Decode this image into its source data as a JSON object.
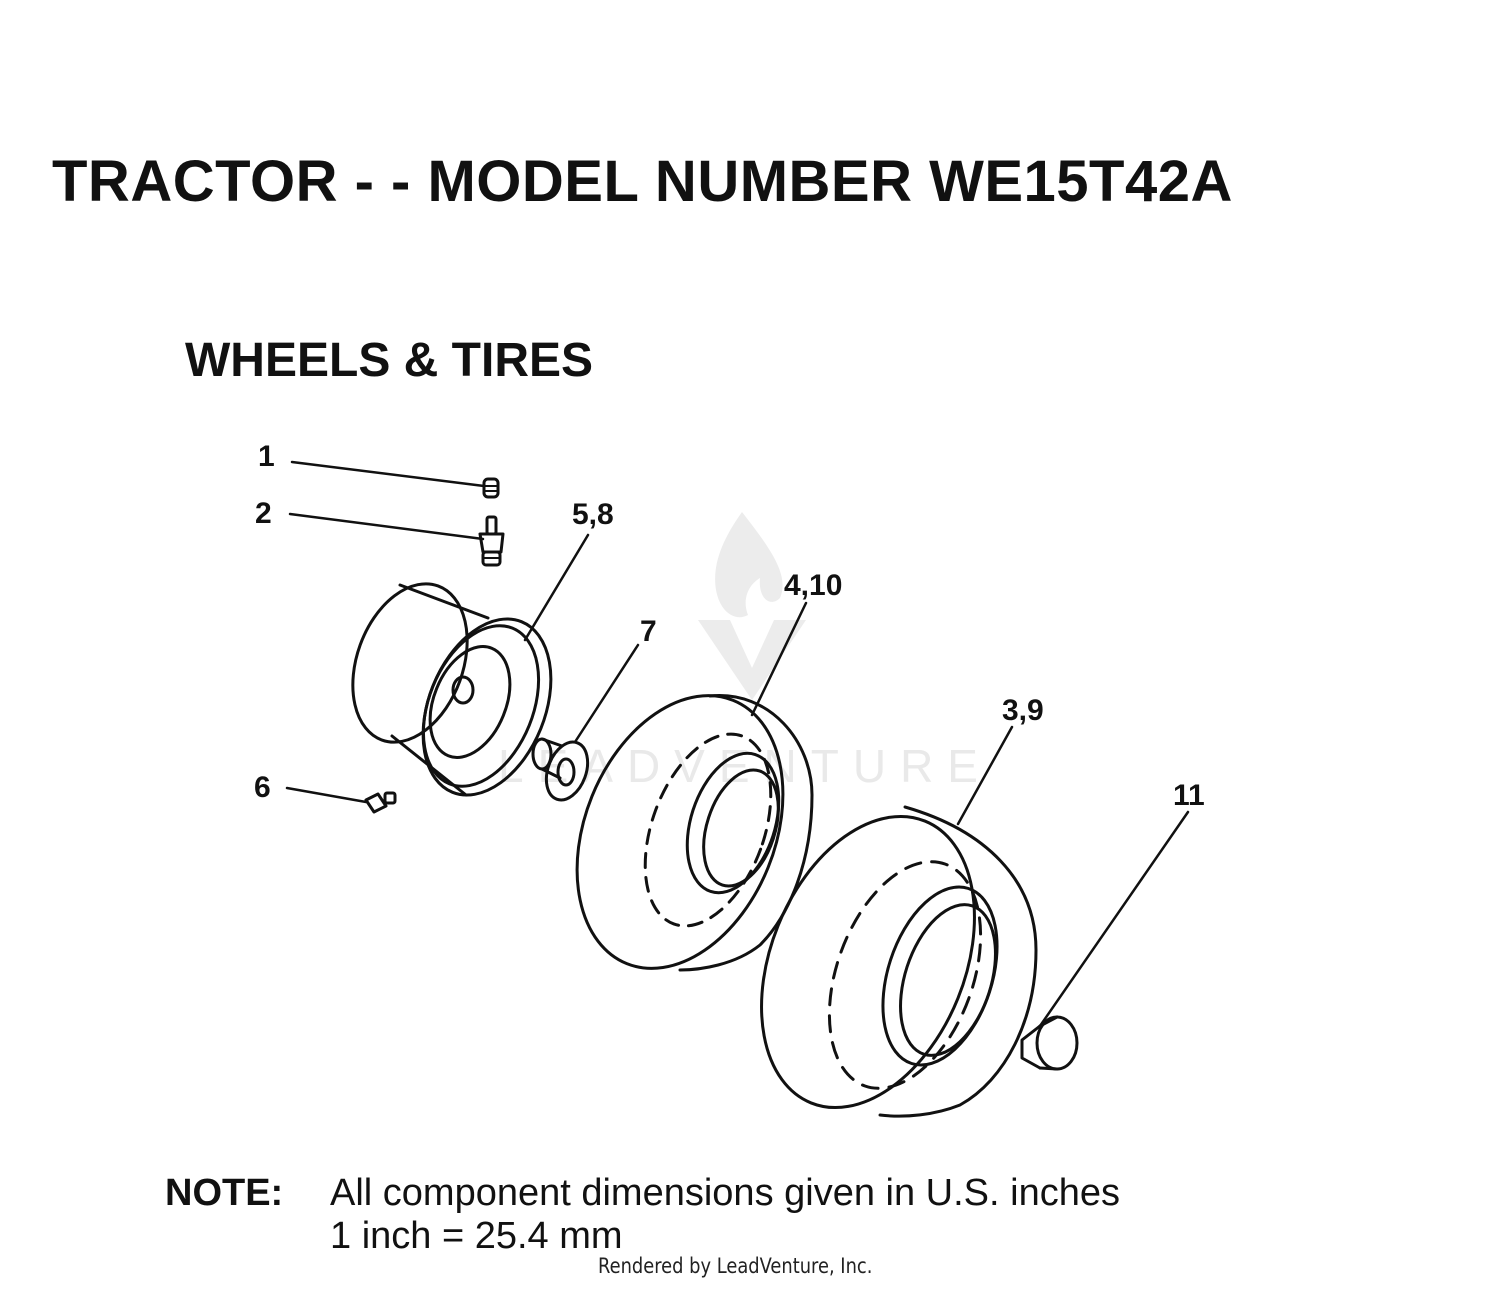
{
  "title": "TRACTOR - - MODEL NUMBER WE15T42A",
  "section_title": "WHEELS & TIRES",
  "callouts": {
    "c1": "1",
    "c2": "2",
    "c5_8": "5,8",
    "c4_10": "4,10",
    "c7": "7",
    "c3_9": "3,9",
    "c6": "6",
    "c11": "11"
  },
  "note": {
    "label": "NOTE:",
    "line1": "All component dimensions given in U.S. inches",
    "line2": "1 inch = 25.4 mm"
  },
  "watermark": "LEADVENTURE",
  "credit": "Rendered by LeadVenture, Inc.",
  "colors": {
    "ink": "#111111",
    "watermark": "#e9e9e9"
  }
}
